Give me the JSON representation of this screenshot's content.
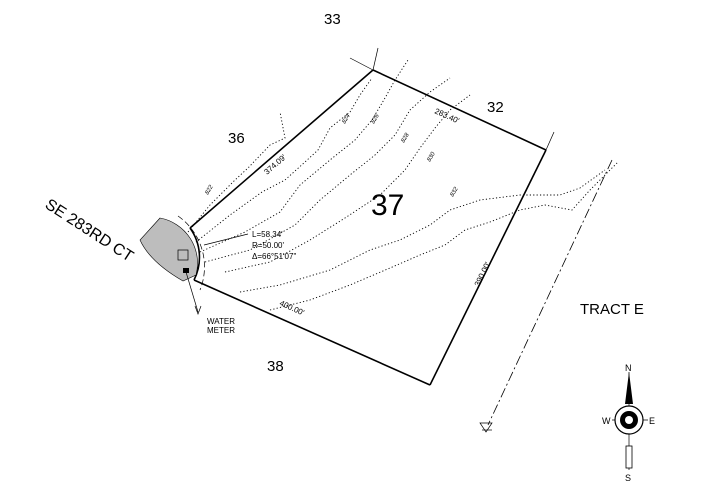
{
  "lots": {
    "lot_33": "33",
    "lot_32": "32",
    "lot_36": "36",
    "lot_37": "37",
    "lot_38": "38"
  },
  "tract": "TRACT E",
  "street": "SE 283RD CT",
  "dimensions": {
    "north_line": "283.40'",
    "west_line": "374.09'",
    "east_line": "390.00'",
    "south_line": "400.00'"
  },
  "curve": {
    "length": "L=58.34'",
    "radius": "R=50.00'",
    "delta": "Δ=66°51'07\""
  },
  "contours": [
    "822",
    "824",
    "826",
    "828",
    "830",
    "832"
  ],
  "water_meter": {
    "line1": "WATER",
    "line2": "METER"
  },
  "north_arrow": {
    "n": "N",
    "s": "S",
    "e": "E",
    "w": "W"
  }
}
